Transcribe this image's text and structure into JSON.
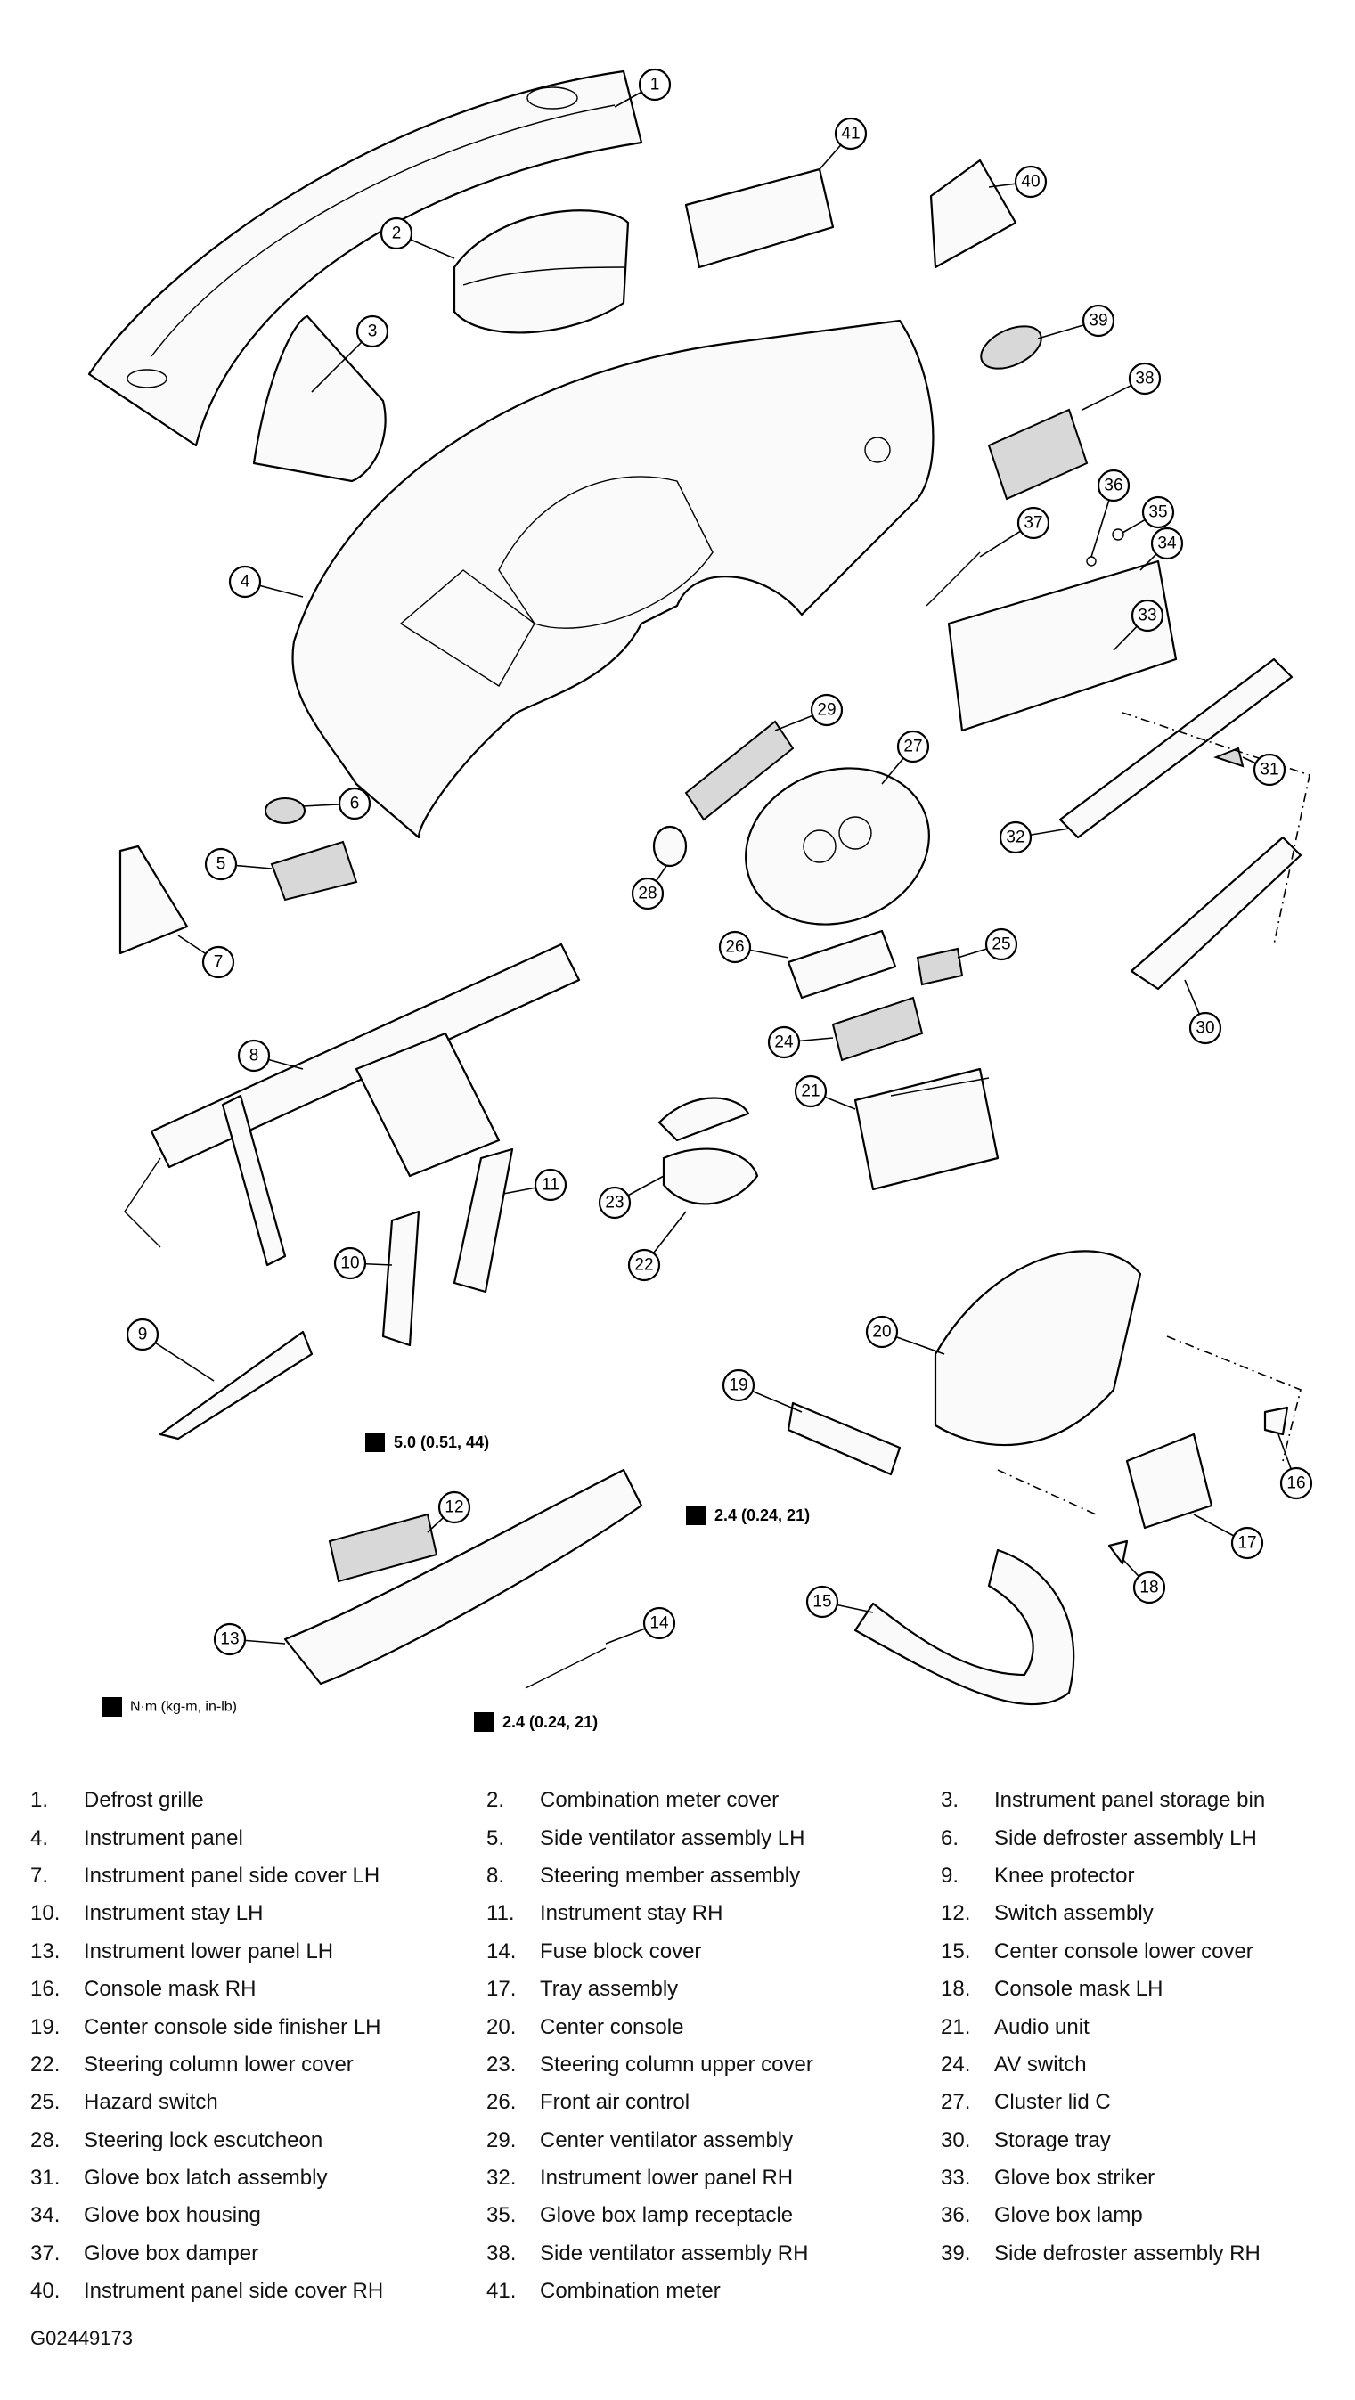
{
  "torque_specs": {
    "legend_unit": "N·m (kg-m, in-lb)",
    "knee_protector": "5.0 (0.51, 44)",
    "lower_panel_top": "2.4 (0.24, 21)",
    "lower_panel_bottom": "2.4 (0.24, 21)"
  },
  "parts": [
    {
      "num": "1.",
      "name": "Defrost grille"
    },
    {
      "num": "2.",
      "name": "Combination meter cover"
    },
    {
      "num": "3.",
      "name": "Instrument panel storage bin"
    },
    {
      "num": "4.",
      "name": "Instrument panel"
    },
    {
      "num": "5.",
      "name": "Side ventilator assembly LH"
    },
    {
      "num": "6.",
      "name": "Side defroster assembly LH"
    },
    {
      "num": "7.",
      "name": "Instrument panel side cover LH"
    },
    {
      "num": "8.",
      "name": "Steering member assembly"
    },
    {
      "num": "9.",
      "name": "Knee protector"
    },
    {
      "num": "10.",
      "name": "Instrument stay LH"
    },
    {
      "num": "11.",
      "name": "Instrument stay RH"
    },
    {
      "num": "12.",
      "name": "Switch assembly"
    },
    {
      "num": "13.",
      "name": "Instrument lower panel LH"
    },
    {
      "num": "14.",
      "name": "Fuse block cover"
    },
    {
      "num": "15.",
      "name": "Center console lower cover"
    },
    {
      "num": "16.",
      "name": "Console mask RH"
    },
    {
      "num": "17.",
      "name": "Tray assembly"
    },
    {
      "num": "18.",
      "name": "Console mask LH"
    },
    {
      "num": "19.",
      "name": "Center console side finisher LH"
    },
    {
      "num": "20.",
      "name": "Center console"
    },
    {
      "num": "21.",
      "name": "Audio unit"
    },
    {
      "num": "22.",
      "name": "Steering column lower cover"
    },
    {
      "num": "23.",
      "name": "Steering column upper cover"
    },
    {
      "num": "24.",
      "name": "AV switch"
    },
    {
      "num": "25.",
      "name": "Hazard switch"
    },
    {
      "num": "26.",
      "name": "Front air control"
    },
    {
      "num": "27.",
      "name": "Cluster lid C"
    },
    {
      "num": "28.",
      "name": "Steering lock escutcheon"
    },
    {
      "num": "29.",
      "name": "Center ventilator assembly"
    },
    {
      "num": "30.",
      "name": "Storage tray"
    },
    {
      "num": "31.",
      "name": "Glove box latch assembly"
    },
    {
      "num": "32.",
      "name": "Instrument lower panel RH"
    },
    {
      "num": "33.",
      "name": "Glove box striker"
    },
    {
      "num": "34.",
      "name": "Glove box housing"
    },
    {
      "num": "35.",
      "name": "Glove box lamp receptacle"
    },
    {
      "num": "36.",
      "name": "Glove box lamp"
    },
    {
      "num": "37.",
      "name": "Glove box damper"
    },
    {
      "num": "38.",
      "name": "Side ventilator assembly RH"
    },
    {
      "num": "39.",
      "name": "Side defroster assembly RH"
    },
    {
      "num": "40.",
      "name": "Instrument panel side cover RH"
    },
    {
      "num": "41.",
      "name": "Combination meter"
    }
  ],
  "callouts": [
    "1",
    "2",
    "3",
    "4",
    "5",
    "6",
    "7",
    "8",
    "9",
    "10",
    "11",
    "12",
    "13",
    "14",
    "15",
    "16",
    "17",
    "18",
    "19",
    "20",
    "21",
    "22",
    "23",
    "24",
    "25",
    "26",
    "27",
    "28",
    "29",
    "30",
    "31",
    "32",
    "33",
    "34",
    "35",
    "36",
    "37",
    "38",
    "39",
    "40",
    "41"
  ],
  "figure_id": "G02449173"
}
